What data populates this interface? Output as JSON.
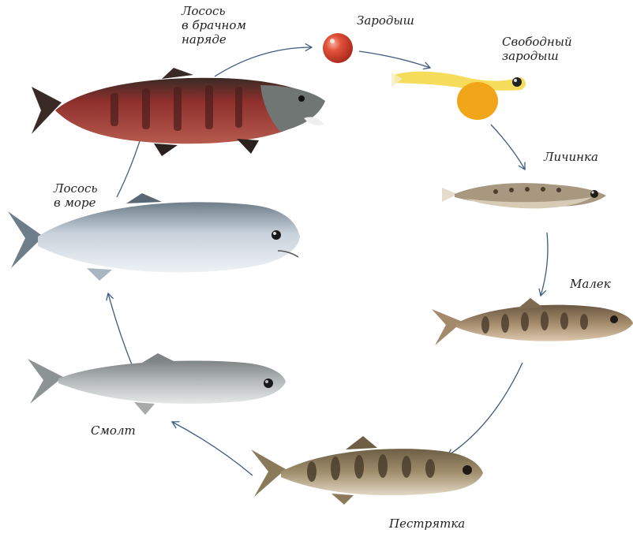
{
  "labels": {
    "spawning_salmon": "Лосось\nв брачном\nнаряде",
    "egg": "Зародыш",
    "alevin": "Свободный\nзародыш",
    "larva": "Личинка",
    "fry": "Малек",
    "parr": "Пестрятка",
    "smolt": "Смолт",
    "ocean_salmon": "Лосось\nв море"
  },
  "colors": {
    "arrow": "#3d5a80",
    "spawning_body": "#8e2f2c",
    "spawning_back": "#3a2a25",
    "spawning_head": "#6f7674",
    "ocean_body": "#c9d3dc",
    "ocean_back": "#6e7d8a",
    "smolt_body": "#b8bcbd",
    "smolt_back": "#7f8584",
    "parr_body": "#a08e6c",
    "parr_marks": "#4b3e2c",
    "fry_body": "#a38a6a",
    "fry_marks": "#4f3f2f",
    "larva_body": "#a99880",
    "alevin_yolk": "#f0a618",
    "alevin_body": "#f5dc5a",
    "egg": "#e2523a"
  }
}
